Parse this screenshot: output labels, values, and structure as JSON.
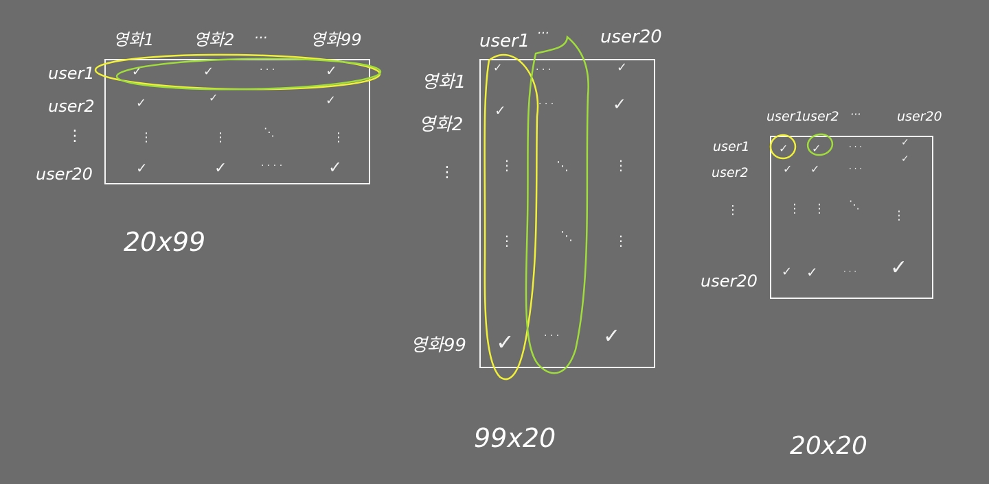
{
  "colors": {
    "background": "#6c6c6c",
    "ink": "#ffffff",
    "yellow_highlight": "#f0ef3a",
    "green_highlight": "#9fdc3c"
  },
  "check_icon": "check-mark",
  "matrix_a": {
    "col_labels": [
      "영화1",
      "영화2",
      "···",
      "영화99"
    ],
    "row_labels": [
      "user1",
      "user2",
      "⋮",
      "user20"
    ],
    "caption": "20x99"
  },
  "matrix_b": {
    "col_labels": [
      "user1",
      "···",
      "user20"
    ],
    "row_labels": [
      "영화1",
      "영화2",
      "⋮",
      "영화99"
    ],
    "caption": "99x20"
  },
  "matrix_c": {
    "col_labels": [
      "user1",
      "user2",
      "···",
      "user20"
    ],
    "row_labels": [
      "user1",
      "user2",
      "⋮",
      "user20"
    ],
    "caption": "20x20"
  }
}
